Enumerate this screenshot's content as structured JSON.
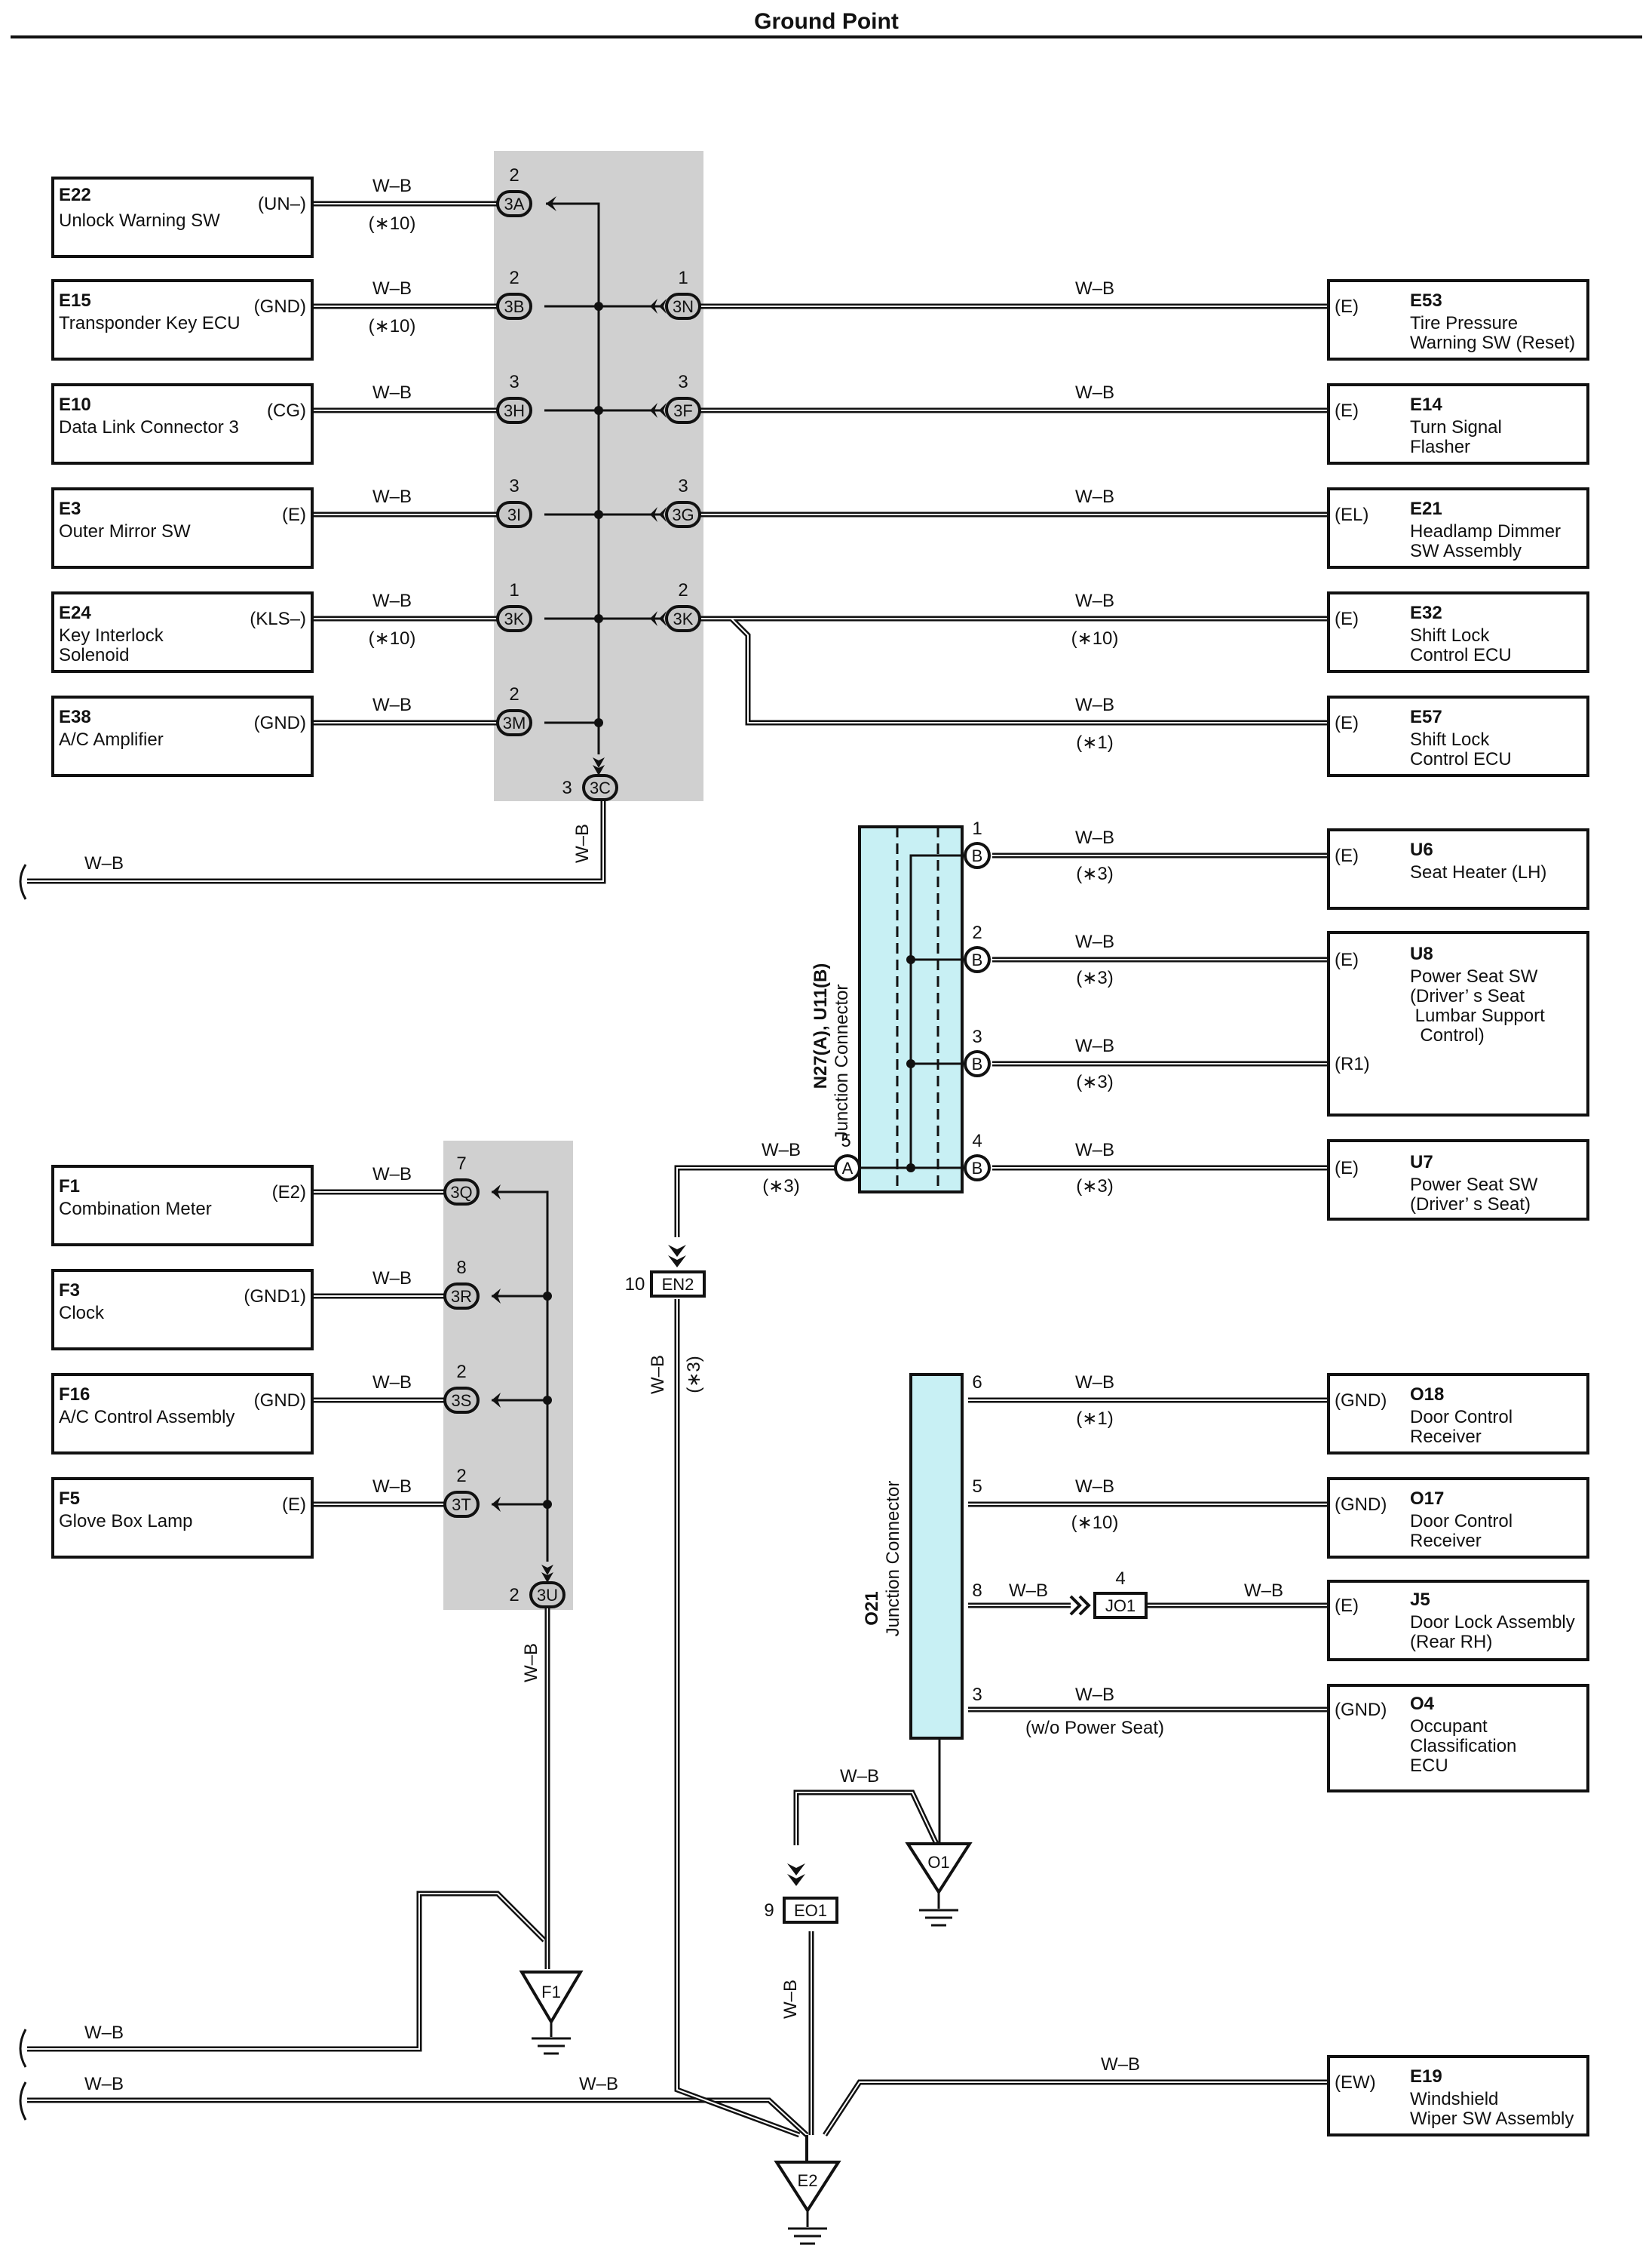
{
  "title": "Ground Point",
  "colors": {
    "junction_fill": "#c8f0f4",
    "shade": "#d0d0d0",
    "line": "#111111"
  },
  "components": {
    "E22": {
      "id": "E22",
      "name": [
        "Unlock Warning SW"
      ],
      "pin": "(UN–)"
    },
    "E15": {
      "id": "E15",
      "name": [
        "Transponder Key ECU"
      ],
      "pin": "(GND)"
    },
    "E10": {
      "id": "E10",
      "name": [
        "Data Link Connector 3"
      ],
      "pin": "(CG)"
    },
    "E3": {
      "id": "E3",
      "name": [
        "Outer Mirror SW"
      ],
      "pin": "(E)"
    },
    "E24": {
      "id": "E24",
      "name": [
        "Key Interlock",
        "Solenoid"
      ],
      "pin": "(KLS–)"
    },
    "E38": {
      "id": "E38",
      "name": [
        "A/C Amplifier"
      ],
      "pin": "(GND)"
    },
    "F1": {
      "id": "F1",
      "name": [
        "Combination Meter"
      ],
      "pin": "(E2)"
    },
    "F3": {
      "id": "F3",
      "name": [
        "Clock"
      ],
      "pin": "(GND1)"
    },
    "F16": {
      "id": "F16",
      "name": [
        "A/C Control Assembly"
      ],
      "pin": "(GND)"
    },
    "F5": {
      "id": "F5",
      "name": [
        "Glove Box Lamp"
      ],
      "pin": "(E)"
    },
    "E53": {
      "id": "E53",
      "name": [
        "Tire Pressure",
        "Warning SW (Reset)"
      ],
      "pin": "(E)"
    },
    "E14": {
      "id": "E14",
      "name": [
        "Turn Signal",
        "Flasher"
      ],
      "pin": "(E)"
    },
    "E21": {
      "id": "E21",
      "name": [
        "Headlamp Dimmer",
        "SW Assembly"
      ],
      "pin": "(EL)"
    },
    "E32": {
      "id": "E32",
      "name": [
        "Shift Lock",
        "Control ECU"
      ],
      "pin": "(E)"
    },
    "E57": {
      "id": "E57",
      "name": [
        "Shift Lock",
        "Control ECU"
      ],
      "pin": "(E)"
    },
    "U6": {
      "id": "U6",
      "name": [
        "Seat Heater (LH)"
      ],
      "pin": "(E)"
    },
    "U8": {
      "id": "U8",
      "name": [
        "Power Seat SW",
        "(Driver’ s Seat",
        " Lumbar Support",
        "  Control)"
      ],
      "pin": "(E)",
      "pin2": "(R1)"
    },
    "U7": {
      "id": "U7",
      "name": [
        "Power Seat SW",
        "(Driver’ s Seat)"
      ],
      "pin": "(E)"
    },
    "O18": {
      "id": "O18",
      "name": [
        "Door Control",
        "Receiver"
      ],
      "pin": "(GND)"
    },
    "O17": {
      "id": "O17",
      "name": [
        "Door Control",
        "Receiver"
      ],
      "pin": "(GND)"
    },
    "J5": {
      "id": "J5",
      "name": [
        "Door Lock Assembly",
        "(Rear RH)"
      ],
      "pin": "(E)"
    },
    "O4": {
      "id": "O4",
      "name": [
        "Occupant",
        "Classification",
        "ECU"
      ],
      "pin": "(GND)"
    },
    "E19": {
      "id": "E19",
      "name": [
        "Windshield",
        "Wiper SW Assembly"
      ],
      "pin": "(EW)"
    }
  },
  "connectors": {
    "3A": "3A",
    "3B": "3B",
    "3H": "3H",
    "3I": "3I",
    "3K": "3K",
    "3M": "3M",
    "3C": "3C",
    "3N": "3N",
    "3F": "3F",
    "3G": "3G",
    "3K2": "3K",
    "3Q": "3Q",
    "3R": "3R",
    "3S": "3S",
    "3T": "3T",
    "3U": "3U",
    "EN2": "EN2",
    "EO1": "EO1",
    "JO1": "JO1",
    "A": "A",
    "B": "B"
  },
  "pins": {
    "3A": "2",
    "3B": "2",
    "3H": "3",
    "3I": "3",
    "3K": "1",
    "3M": "2",
    "3C": "3",
    "3N": "1",
    "3F": "3",
    "3G": "3",
    "3K2": "2",
    "3Q": "7",
    "3R": "8",
    "3S": "2",
    "3T": "2",
    "3U": "2",
    "EN2": "10",
    "EO1": "9",
    "JO1": "4",
    "NA": "5",
    "NB1": "1",
    "NB2": "2",
    "NB3": "3",
    "NB4": "4",
    "O21_6": "6",
    "O21_5": "5",
    "O21_8": "8",
    "O21_3": "3"
  },
  "wire": "W–B",
  "notes": {
    "n10": "(∗10)",
    "n1": "(∗1)",
    "n3": "(∗3)",
    "wops": "(w/o Power Seat)"
  },
  "junctions": {
    "N27": {
      "line1": "N27(A), U11(B)",
      "line2": "Junction Connector"
    },
    "O21": {
      "line1": "O21",
      "line2": "Junction Connector"
    }
  },
  "grounds": {
    "E2": "E2",
    "F1": "F1",
    "O1": "O1"
  }
}
